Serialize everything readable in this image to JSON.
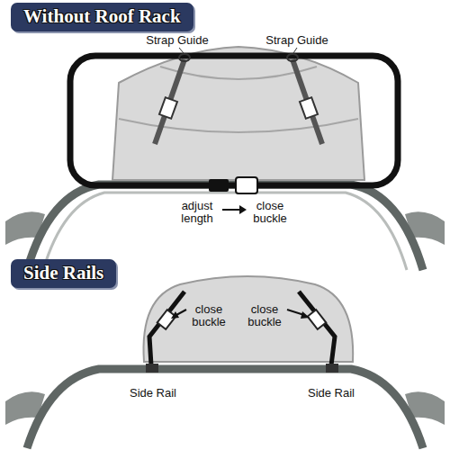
{
  "diagram": {
    "nodes": [
      {
        "text": [
          "Without Roof Rack"
        ]
      },
      {
        "text": [
          "Side Rails"
        ]
      }
    ],
    "labels": [
      "Strap Guide",
      "Strap Guide",
      "adjust length",
      "close buckle",
      "close buckle",
      "close buckle",
      "Side Rail",
      "Side Rail"
    ]
  }
}
